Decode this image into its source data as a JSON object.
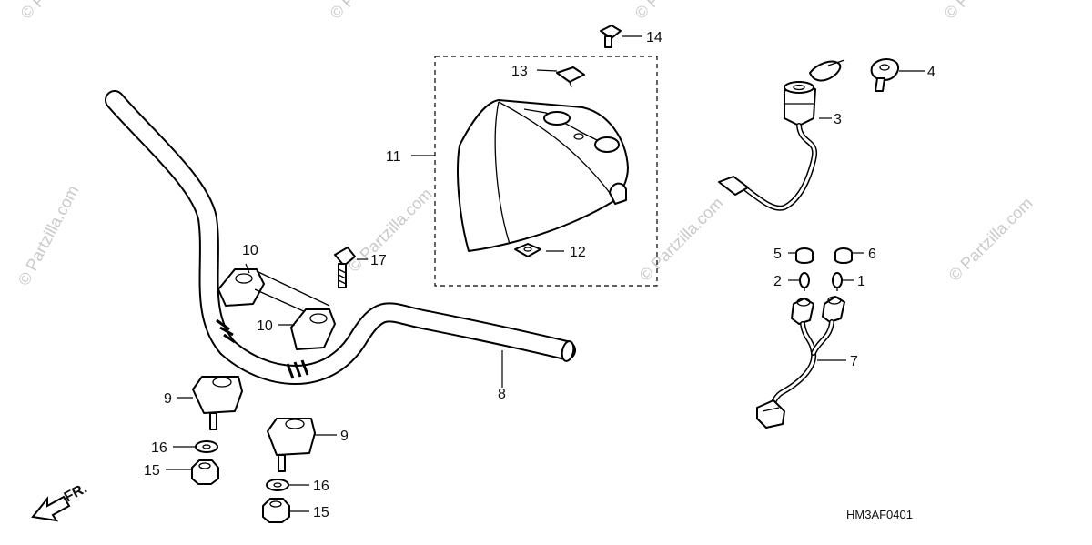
{
  "watermark": "© Partzilla.com",
  "diagram_code": "HM3AF0401",
  "front_arrow_label": "FR.",
  "callouts": {
    "c1": "1",
    "c2": "2",
    "c3": "3",
    "c4": "4",
    "c5": "5",
    "c6": "6",
    "c7": "7",
    "c8": "8",
    "c9a": "9",
    "c9b": "9",
    "c10a": "10",
    "c10b": "10",
    "c11": "11",
    "c12": "12",
    "c13": "13",
    "c14": "14",
    "c15a": "15",
    "c15b": "15",
    "c16a": "16",
    "c16b": "16",
    "c17": "17"
  }
}
